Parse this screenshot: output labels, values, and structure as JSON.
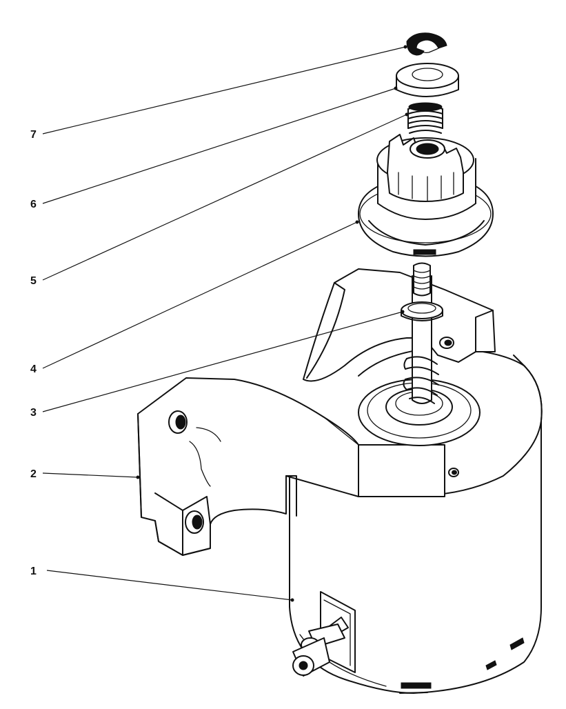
{
  "callouts": [
    {
      "id": "1",
      "label": "1"
    },
    {
      "id": "2",
      "label": "2"
    },
    {
      "id": "3",
      "label": "3"
    },
    {
      "id": "4",
      "label": "4"
    },
    {
      "id": "5",
      "label": "5"
    },
    {
      "id": "6",
      "label": "6"
    },
    {
      "id": "7",
      "label": "7"
    }
  ],
  "parts": [
    "retaining-clip",
    "stop-collar",
    "spring",
    "pinion-gear",
    "thrust-washer",
    "mounting-bracket",
    "starter-motor"
  ],
  "style": {
    "ink": "#111111",
    "paper": "#ffffff"
  }
}
